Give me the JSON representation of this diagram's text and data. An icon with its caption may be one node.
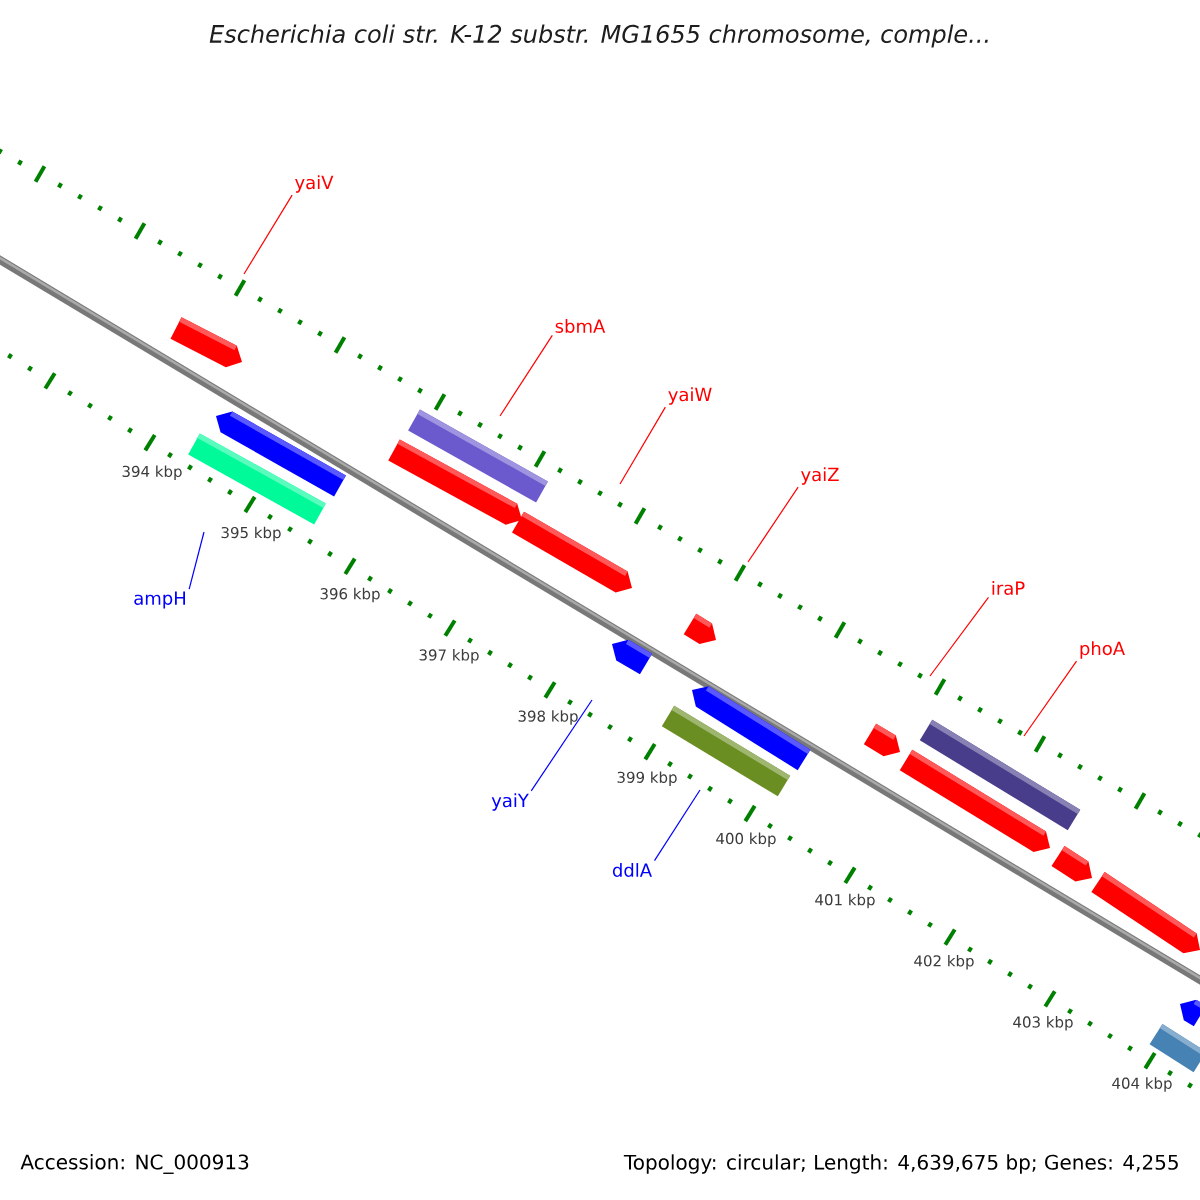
{
  "diagram": {
    "title": "Escherichia coli str. K-12 substr. MG1655 chromosome, comple...",
    "nodes": [
      {
        "text": [
          "yaiV"
        ]
      },
      {
        "text": [
          "sbmA"
        ]
      },
      {
        "text": [
          "yaiW"
        ]
      },
      {
        "text": [
          "yaiZ"
        ]
      },
      {
        "text": [
          "iraP"
        ]
      },
      {
        "text": [
          "ampH"
        ]
      },
      {
        "text": [
          "phoA"
        ]
      },
      {
        "text": [
          "yaiY"
        ]
      },
      {
        "text": [
          "ddlA"
        ]
      }
    ],
    "edges": [
      {
        "from": 0,
        "to": null,
        "arrow": "none"
      },
      {
        "from": 1,
        "to": null,
        "arrow": "none"
      },
      {
        "from": 2,
        "to": null,
        "arrow": "none"
      },
      {
        "from": 3,
        "to": null,
        "arrow": "none"
      },
      {
        "from": 4,
        "to": null,
        "arrow": "none"
      },
      {
        "from": 5,
        "to": null,
        "arrow": "none",
        "color": "#0000ff"
      },
      {
        "from": 6,
        "to": null,
        "arrow": "none"
      },
      {
        "from": 7,
        "to": null,
        "arrow": "none",
        "color": "#0000ff"
      },
      {
        "from": 8,
        "to": null,
        "arrow": "none",
        "color": "#0000ff"
      }
    ],
    "labels": [
      "394 kbp",
      "395 kbp",
      "396 kbp",
      "397 kbp",
      "398 kbp",
      "399 kbp",
      "400 kbp",
      "401 kbp",
      "402 kbp",
      "403 kbp",
      "404 kbp",
      "Accession: NC_000913",
      "Topology: circular; Length: 4,639,675 bp; Genes: 4,255"
    ]
  }
}
